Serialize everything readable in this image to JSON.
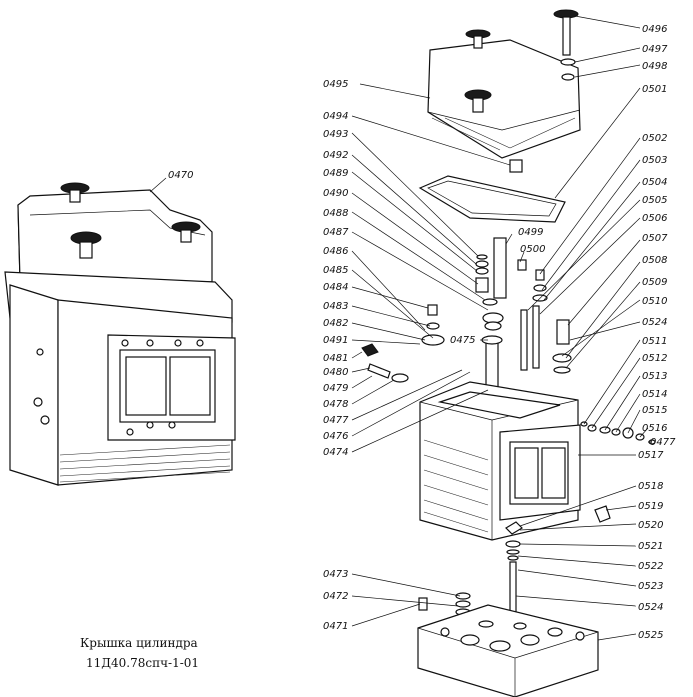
{
  "caption": {
    "title": "Крышка цилиндра",
    "code": "11Д40.78спч-1-01"
  },
  "labels": {
    "p0470": "0470",
    "p0496": "0496",
    "p0497": "0497",
    "p0498": "0498",
    "p0495": "0495",
    "p0501": "0501",
    "p0494": "0494",
    "p0493": "0493",
    "p0502": "0502",
    "p0492": "0492",
    "p0503": "0503",
    "p0489": "0489",
    "p0504": "0504",
    "p0490": "0490",
    "p0505": "0505",
    "p0488": "0488",
    "p0506": "0506",
    "p0487": "0487",
    "p0499": "0499",
    "p0507": "0507",
    "p0486": "0486",
    "p0500": "0500",
    "p0485": "0485",
    "p0508": "0508",
    "p0484": "0484",
    "p0509": "0509",
    "p0483": "0483",
    "p0510": "0510",
    "p0482": "0482",
    "p0524a": "0524",
    "p0491": "0491",
    "p0475": "0475",
    "p0511": "0511",
    "p0481": "0481",
    "p0512": "0512",
    "p0480": "0480",
    "p0513": "0513",
    "p0479": "0479",
    "p0514": "0514",
    "p0478": "0478",
    "p0515": "0515",
    "p0477a": "0477",
    "p0516": "0516",
    "p0476": "0476",
    "p0477b": "0477",
    "p0474": "0474",
    "p0517": "0517",
    "p0518": "0518",
    "p0519": "0519",
    "p0520": "0520",
    "p0521": "0521",
    "p0522": "0522",
    "p0473": "0473",
    "p0523": "0523",
    "p0472": "0472",
    "p0524b": "0524",
    "p0471": "0471",
    "p0525": "0525"
  }
}
